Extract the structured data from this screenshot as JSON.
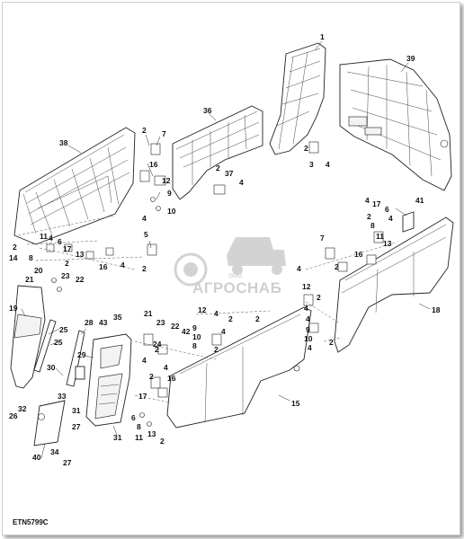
{
  "diagram": {
    "drawing_code": "ETN5799C",
    "watermark": {
      "company_prefix": "ООО",
      "company_name": "АГРОСНАБ"
    },
    "part_labels": [
      {
        "id": "l1",
        "text": "1"
      },
      {
        "id": "l39",
        "text": "39"
      },
      {
        "id": "l36",
        "text": "36"
      },
      {
        "id": "l38",
        "text": "38"
      },
      {
        "id": "l2a",
        "text": "2"
      },
      {
        "id": "l7a",
        "text": "7"
      },
      {
        "id": "l16a",
        "text": "16"
      },
      {
        "id": "l9a",
        "text": "9"
      },
      {
        "id": "l12a",
        "text": "12"
      },
      {
        "id": "l4a",
        "text": "4"
      },
      {
        "id": "l10a",
        "text": "10"
      },
      {
        "id": "l2b",
        "text": "2"
      },
      {
        "id": "l37",
        "text": "37"
      },
      {
        "id": "l2c",
        "text": "2"
      },
      {
        "id": "l4b",
        "text": "4"
      },
      {
        "id": "l3",
        "text": "3"
      },
      {
        "id": "l4c",
        "text": "4"
      },
      {
        "id": "l2d",
        "text": "2"
      },
      {
        "id": "l11a",
        "text": "11"
      },
      {
        "id": "l4d",
        "text": "4"
      },
      {
        "id": "l6a",
        "text": "6"
      },
      {
        "id": "l17a",
        "text": "17"
      },
      {
        "id": "l13a",
        "text": "13"
      },
      {
        "id": "l14",
        "text": "14"
      },
      {
        "id": "l8a",
        "text": "8"
      },
      {
        "id": "l2e",
        "text": "2"
      },
      {
        "id": "l20",
        "text": "20"
      },
      {
        "id": "l21a",
        "text": "21"
      },
      {
        "id": "l23a",
        "text": "23"
      },
      {
        "id": "l22a",
        "text": "22"
      },
      {
        "id": "l16b",
        "text": "16"
      },
      {
        "id": "l5",
        "text": "5"
      },
      {
        "id": "l4e",
        "text": "4"
      },
      {
        "id": "l2f",
        "text": "2"
      },
      {
        "id": "l19",
        "text": "19"
      },
      {
        "id": "l25a",
        "text": "25"
      },
      {
        "id": "l25b",
        "text": "25"
      },
      {
        "id": "l30",
        "text": "30"
      },
      {
        "id": "l28",
        "text": "28"
      },
      {
        "id": "l29",
        "text": "29"
      },
      {
        "id": "l43",
        "text": "43"
      },
      {
        "id": "l35",
        "text": "35"
      },
      {
        "id": "l21b",
        "text": "21"
      },
      {
        "id": "l23b",
        "text": "23"
      },
      {
        "id": "l24",
        "text": "24"
      },
      {
        "id": "l22b",
        "text": "22"
      },
      {
        "id": "l42",
        "text": "42"
      },
      {
        "id": "l12b",
        "text": "12"
      },
      {
        "id": "l9b",
        "text": "9"
      },
      {
        "id": "l10b",
        "text": "10"
      },
      {
        "id": "l8b",
        "text": "8"
      },
      {
        "id": "l2g",
        "text": "2"
      },
      {
        "id": "l4f",
        "text": "4"
      },
      {
        "id": "l16c",
        "text": "16"
      },
      {
        "id": "l15",
        "text": "15"
      },
      {
        "id": "l33",
        "text": "33"
      },
      {
        "id": "l32",
        "text": "32"
      },
      {
        "id": "l26",
        "text": "26"
      },
      {
        "id": "l31a",
        "text": "31"
      },
      {
        "id": "l27a",
        "text": "27"
      },
      {
        "id": "l40",
        "text": "40"
      },
      {
        "id": "l34",
        "text": "34"
      },
      {
        "id": "l27b",
        "text": "27"
      },
      {
        "id": "l31b",
        "text": "31"
      },
      {
        "id": "l6b",
        "text": "6"
      },
      {
        "id": "l17b",
        "text": "17"
      },
      {
        "id": "l11b",
        "text": "11"
      },
      {
        "id": "l13b",
        "text": "13"
      },
      {
        "id": "l8c",
        "text": "8"
      },
      {
        "id": "l2h",
        "text": "2"
      },
      {
        "id": "l41",
        "text": "41"
      },
      {
        "id": "l17c",
        "text": "17"
      },
      {
        "id": "l6c",
        "text": "6"
      },
      {
        "id": "l11c",
        "text": "11"
      },
      {
        "id": "l13c",
        "text": "13"
      },
      {
        "id": "l7b",
        "text": "7"
      },
      {
        "id": "l16d",
        "text": "16"
      },
      {
        "id": "l18",
        "text": "18"
      },
      {
        "id": "l9c",
        "text": "9"
      },
      {
        "id": "l10c",
        "text": "10"
      },
      {
        "id": "l2i",
        "text": "2"
      },
      {
        "id": "l4g",
        "text": "4"
      },
      {
        "id": "l8d",
        "text": "8"
      },
      {
        "id": "l12c",
        "text": "12"
      },
      {
        "id": "l4h",
        "text": "4"
      },
      {
        "id": "l2j",
        "text": "2"
      },
      {
        "id": "l4i",
        "text": "4"
      },
      {
        "id": "l4j",
        "text": "4"
      },
      {
        "id": "l2k",
        "text": "2"
      },
      {
        "id": "l4k",
        "text": "4"
      },
      {
        "id": "l2l",
        "text": "2"
      },
      {
        "id": "l4l",
        "text": "4"
      },
      {
        "id": "l2m",
        "text": "2"
      },
      {
        "id": "l4m",
        "text": "4"
      },
      {
        "id": "l2n",
        "text": "2"
      },
      {
        "id": "l4n",
        "text": "4"
      },
      {
        "id": "l2o",
        "text": "2"
      },
      {
        "id": "l4o",
        "text": "4"
      },
      {
        "id": "l2p",
        "text": "2"
      }
    ]
  }
}
